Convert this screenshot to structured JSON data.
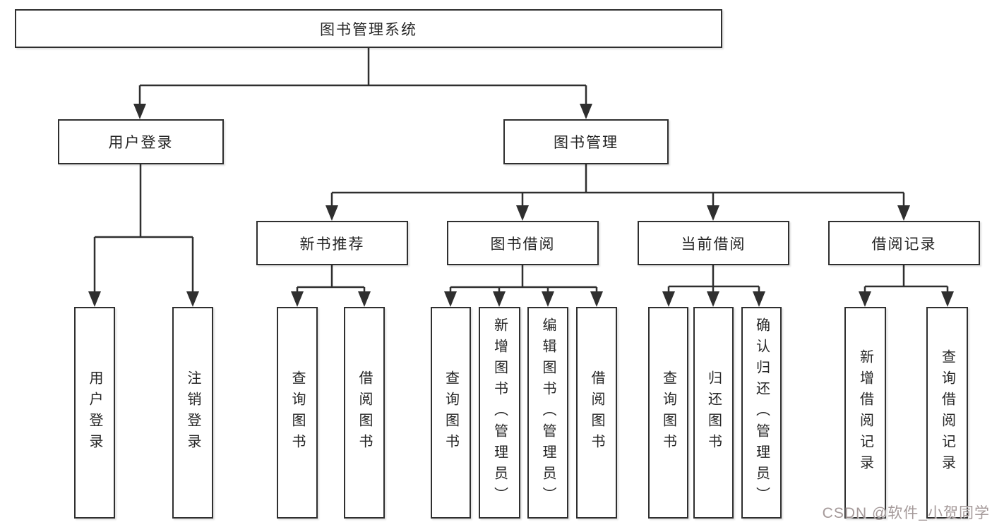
{
  "root": {
    "label": "图书管理系统"
  },
  "branches": {
    "user_login": {
      "label": "用户登录",
      "children": [
        "用户登录",
        "注销登录"
      ]
    },
    "book_mgmt": {
      "label": "图书管理",
      "children": {
        "new_book_rec": {
          "label": "新书推荐",
          "children": [
            "查询图书",
            "借阅图书"
          ]
        },
        "book_borrow": {
          "label": "图书借阅",
          "children": [
            "查询图书",
            "新增图书（管理员）",
            "编辑图书（管理员）",
            "借阅图书"
          ]
        },
        "current_borrow": {
          "label": "当前借阅",
          "children": [
            "查询图书",
            "归还图书",
            "确认归还（管理员）"
          ]
        },
        "borrow_records": {
          "label": "借阅记录",
          "children": [
            "新增借阅记录",
            "查询借阅记录"
          ]
        }
      }
    }
  },
  "watermark": "CSDN @软件_小贺同学",
  "colors": {
    "line": "#2f2f2f",
    "box_border": "#2f2f2f",
    "box_background": "#ffffff",
    "text": "#262626",
    "watermark_text": "#a09494",
    "background": "#ffffff"
  }
}
